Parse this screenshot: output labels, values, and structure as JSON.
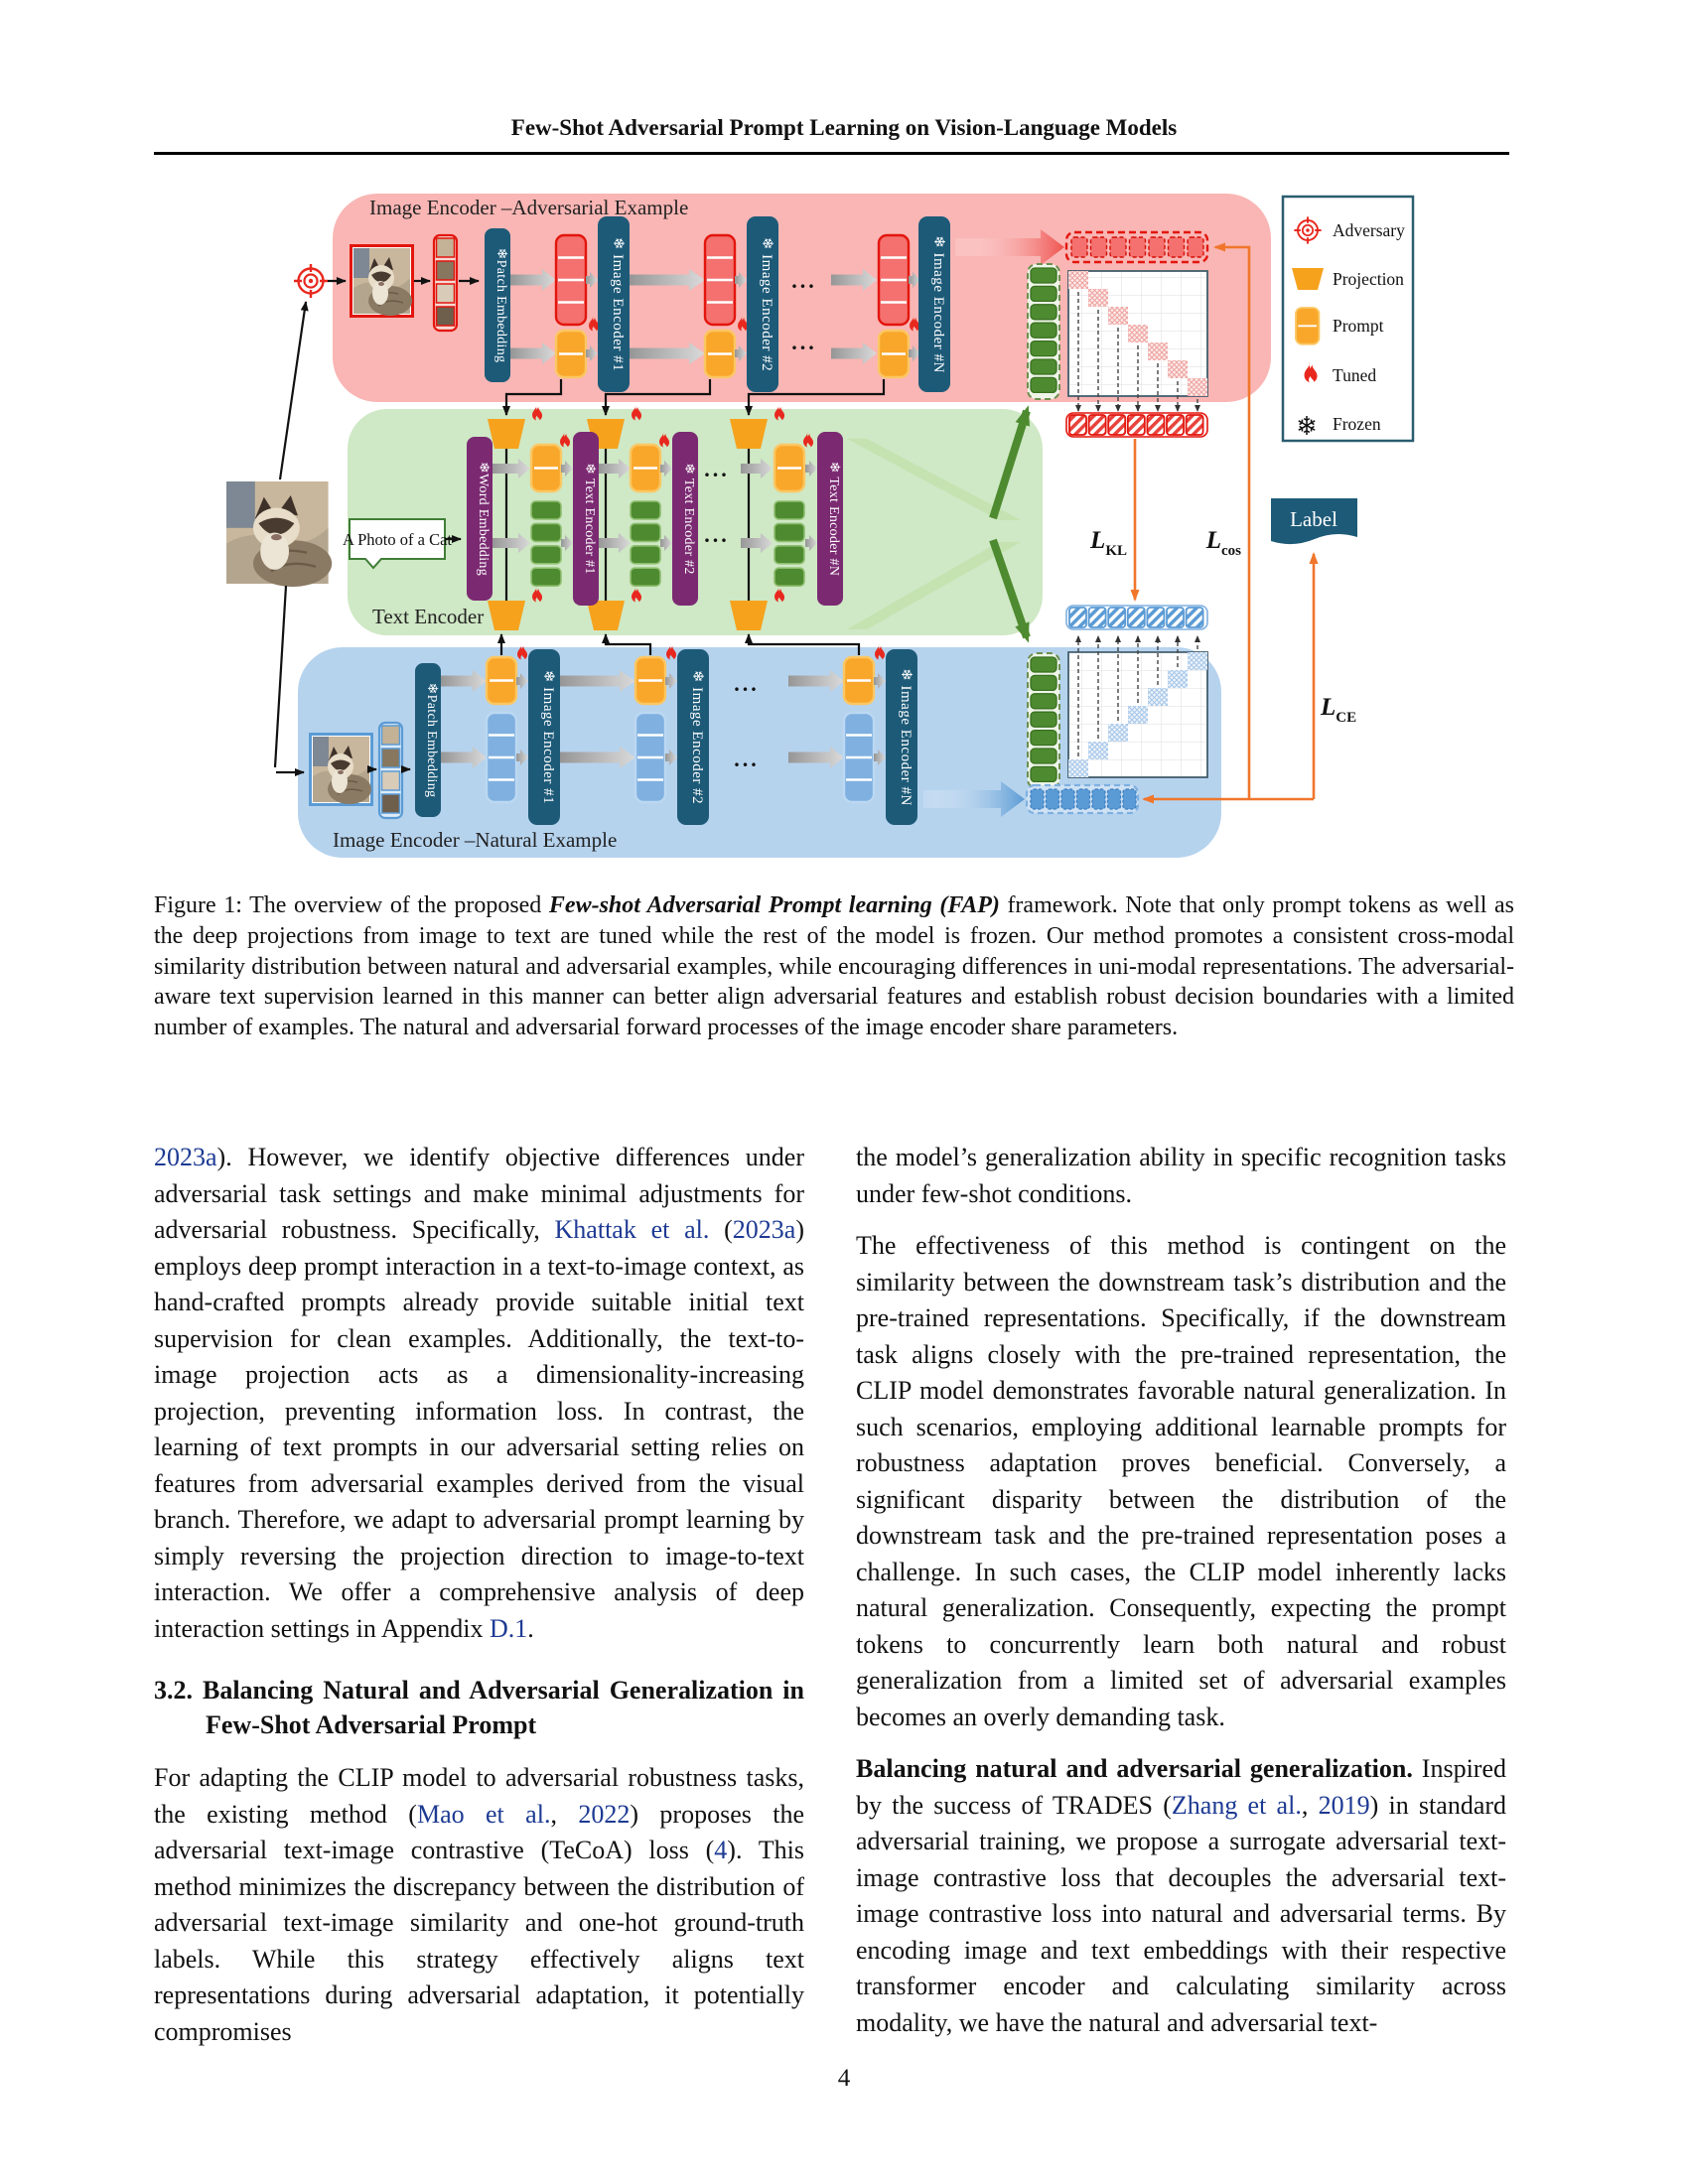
{
  "page": {
    "title": "Few-Shot Adversarial Prompt Learning on Vision-Language Models",
    "number": "4"
  },
  "figure": {
    "bands": {
      "adversarial": "Image Encoder –Adversarial Example",
      "text": "Text Encoder",
      "natural": "Image Encoder –Natural Example"
    },
    "boxes": {
      "patch_embedding": "❄Patch Embedding",
      "word_embedding": "❄Word Embedding",
      "image_encoders": [
        "❄ Image Encoder #1",
        "❄ Image Encoder #2",
        "❄ Image Encoder #N"
      ],
      "text_encoders": [
        "❄ Text Encoder #1",
        "❄ Text Encoder #2",
        "❄ Text Encoder #N"
      ]
    },
    "prompt_text": "A Photo of a Cat",
    "label_banner": "Label",
    "dots": "...",
    "losses": {
      "symbol": "L",
      "kl": "KL",
      "cos": "cos",
      "ce": "CE"
    },
    "legend": [
      "Adversary",
      "Projection",
      "Prompt",
      "Tuned",
      "Frozen"
    ],
    "icons": {
      "snowflake": "❄"
    },
    "colors": {
      "adversarial_band": "#f9b6b4",
      "text_band": "#cfe8c5",
      "natural_band": "#b6d3ee",
      "encoder_teal": "#1d5a78",
      "encoder_purple": "#7b2a72",
      "prompt_orange": "#f9a72b",
      "projection_orange": "#f6a21d",
      "adversarial_red": "#e3150d",
      "token_red": "#f4716f",
      "token_green": "#4e8b30",
      "token_blue": "#7fb0e0",
      "loss_orange": "#f0762c",
      "link_blue": "#1d3a93"
    }
  },
  "caption": [
    {
      "t": "Figure 1: The overview of the proposed "
    },
    {
      "t": "Few-shot Adversarial Prompt learning (FAP)",
      "s": "bolditalic"
    },
    {
      "t": " framework. Note that only prompt tokens as well as the deep projections from image to text are tuned while the rest of the model is frozen. Our method promotes a consistent cross-modal similarity distribution between natural and adversarial examples, while encouraging differences in uni-modal representations. The adversarial-aware text supervision learned in this manner can better align adversarial features and establish robust decision boundaries with a limited number of examples. The natural and adversarial forward processes of the image encoder share parameters."
    }
  ],
  "body": {
    "left": {
      "p1": [
        {
          "t": "2023a",
          "s": "link"
        },
        {
          "t": "). However, we identify objective differences under adversarial task settings and make minimal adjustments for adversarial robustness. Specifically, "
        },
        {
          "t": "Khattak et al.",
          "s": "link"
        },
        {
          "t": " ("
        },
        {
          "t": "2023a",
          "s": "link"
        },
        {
          "t": ") employs deep prompt interaction in a text-to-image context, as hand-crafted prompts already provide suitable initial text supervision for clean examples. Additionally, the text-to-image projection acts as a dimensionality-increasing projection, preventing information loss. In contrast, the learning of text prompts in our adversarial setting relies on features from adversarial examples derived from the visual branch. Therefore, we adapt to adversarial prompt learning by simply reversing the projection direction to image-to-text interaction. We offer a comprehensive analysis of deep interaction settings in Appendix "
        },
        {
          "t": "D.1",
          "s": "link"
        },
        {
          "t": "."
        }
      ],
      "heading": "3.2. Balancing Natural and Adversarial Generalization in Few-Shot Adversarial Prompt",
      "p2": [
        {
          "t": "For adapting the CLIP model to adversarial robustness tasks, the existing method ("
        },
        {
          "t": "Mao et al.",
          "s": "link"
        },
        {
          "t": ", "
        },
        {
          "t": "2022",
          "s": "link"
        },
        {
          "t": ") proposes the adversarial text-image contrastive (TeCoA) loss ("
        },
        {
          "t": "4",
          "s": "link"
        },
        {
          "t": "). This method minimizes the discrepancy between the distribution of adversarial text-image similarity and one-hot ground-truth labels. While this strategy effectively aligns text representations during adversarial adaptation, it potentially compromises"
        }
      ]
    },
    "right": {
      "p1": [
        {
          "t": "the model’s generalization ability in specific recognition tasks under few-shot conditions."
        }
      ],
      "p2": [
        {
          "t": "The effectiveness of this method is contingent on the similarity between the downstream task’s distribution and the pre-trained representations. Specifically, if the downstream task aligns closely with the pre-trained representation, the CLIP model demonstrates favorable natural generalization. In such scenarios, employing additional learnable prompts for robustness adaptation proves beneficial. Conversely, a significant disparity between the distribution of the downstream task and the pre-trained representation poses a challenge. In such cases, the CLIP model inherently lacks natural generalization. Consequently, expecting the prompt tokens to concurrently learn both natural and robust generalization from a limited set of adversarial examples becomes an overly demanding task."
        }
      ],
      "p3": [
        {
          "t": "Balancing natural and adversarial generalization.",
          "s": "bold"
        },
        {
          "t": "  Inspired by the success of TRADES ("
        },
        {
          "t": "Zhang et al.",
          "s": "link"
        },
        {
          "t": ", "
        },
        {
          "t": "2019",
          "s": "link"
        },
        {
          "t": ") in standard adversarial training, we propose a surrogate adversarial text-image contrastive loss that decouples the adversarial text-image contrastive loss into natural and adversarial terms. By encoding image and text embeddings with their respective transformer encoder and calculating similarity across modality, we have the natural and adversarial text-"
        }
      ]
    }
  }
}
